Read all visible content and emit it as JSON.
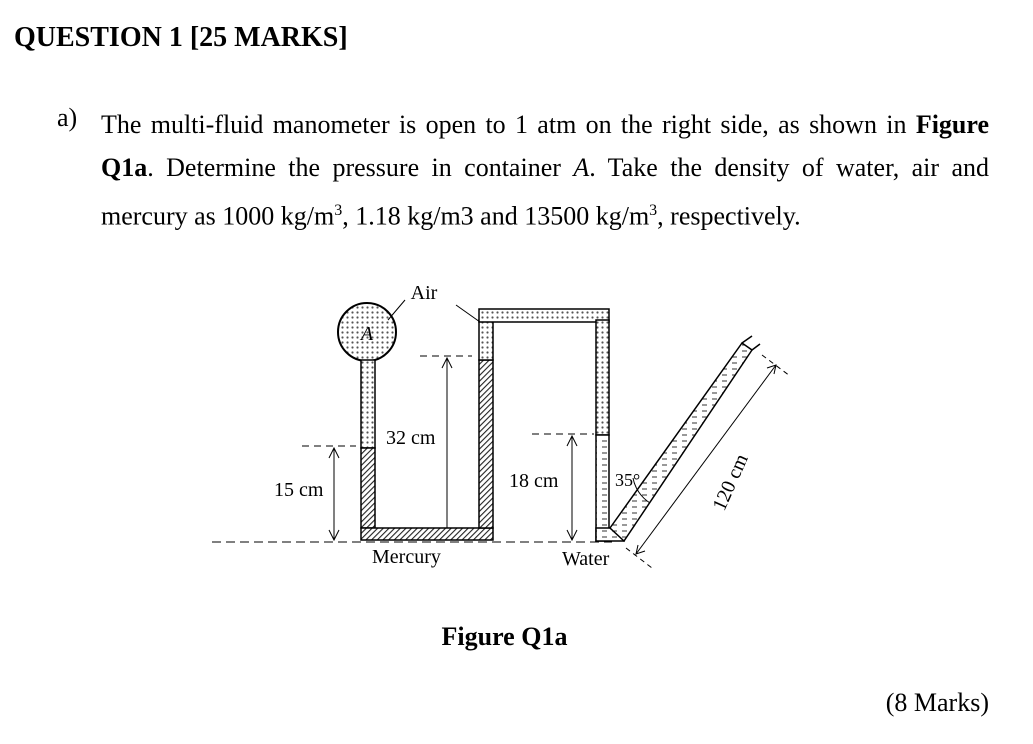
{
  "question": {
    "title": "QUESTION 1 [25 MARKS]",
    "part_label": "a)",
    "text_1": "The multi-fluid manometer is open to 1 atm on the right side, as shown in ",
    "text_fig_ref": "Figure Q1a",
    "text_2": ". Determine the pressure in container ",
    "text_container": "A",
    "text_3": ". Take the density of water, air and mercury as 1000 kg/m",
    "sup_1": "3",
    "text_4": ", 1.18 kg/m3 and 13500 kg/m",
    "sup_2": "3",
    "text_5": ", respectively."
  },
  "figure": {
    "labels": {
      "air": "Air",
      "container": "A",
      "h32": "32 cm",
      "h15": "15 cm",
      "h18": "18 cm",
      "angle": "35°",
      "length": "120 cm",
      "mercury": "Mercury",
      "water": "Water"
    },
    "caption": "Figure Q1a",
    "colors": {
      "air_fill": "#d9d9d9",
      "mercury_fill": "#6e6e6e",
      "water_fill": "#ffffff",
      "line": "#000000"
    }
  },
  "marks": "(8 Marks)"
}
